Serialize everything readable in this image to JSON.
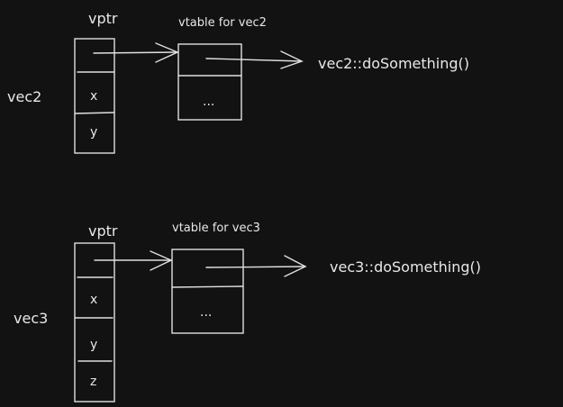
{
  "diagrams": [
    {
      "object_label": "vec2",
      "vptr_label": "vptr",
      "fields": [
        "x",
        "y"
      ],
      "vtable_label": "vtable for vec2",
      "vtable_rest": "...",
      "target": "vec2::doSomething()"
    },
    {
      "object_label": "vec3",
      "vptr_label": "vptr",
      "fields": [
        "x",
        "y",
        "z"
      ],
      "vtable_label": "vtable for vec3",
      "vtable_rest": "...",
      "target": "vec3::doSomething()"
    }
  ],
  "colors": {
    "background": "#121212",
    "stroke": "#e0e0e0"
  }
}
